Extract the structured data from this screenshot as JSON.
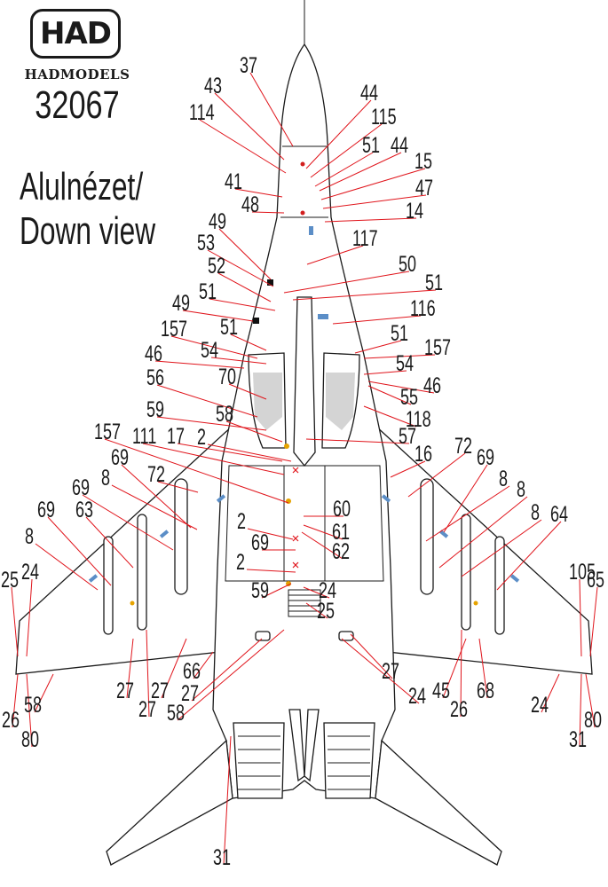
{
  "brand": {
    "logo": "HAD",
    "name": "HADMODELS",
    "kit_number": "32067"
  },
  "view_title": {
    "line1": "Alulnézet/",
    "line2": "Down view"
  },
  "colors": {
    "leader": "#e0141b",
    "outline": "#1a1a1a",
    "stencil": "#5b8ec7",
    "shade": "#d4d4d4"
  },
  "callouts": [
    "37",
    "43",
    "114",
    "44",
    "115",
    "51",
    "44",
    "15",
    "41",
    "47",
    "48",
    "14",
    "49",
    "117",
    "53",
    "50",
    "52",
    "51",
    "51",
    "116",
    "49",
    "51",
    "157",
    "51",
    "157",
    "54",
    "54",
    "46",
    "46",
    "56",
    "70",
    "55",
    "118",
    "59",
    "58",
    "157",
    "111",
    "17",
    "2",
    "57",
    "16",
    "72",
    "69",
    "69",
    "8",
    "72",
    "60",
    "69",
    "61",
    "2",
    "62",
    "8",
    "63",
    "69",
    "8",
    "69",
    "8",
    "2",
    "8",
    "64",
    "59",
    "24",
    "25",
    "24",
    "25",
    "105",
    "65",
    "66",
    "27",
    "27",
    "27",
    "27",
    "58",
    "45",
    "68",
    "27",
    "58",
    "24",
    "24",
    "26",
    "26",
    "80",
    "80",
    "31",
    "31"
  ]
}
